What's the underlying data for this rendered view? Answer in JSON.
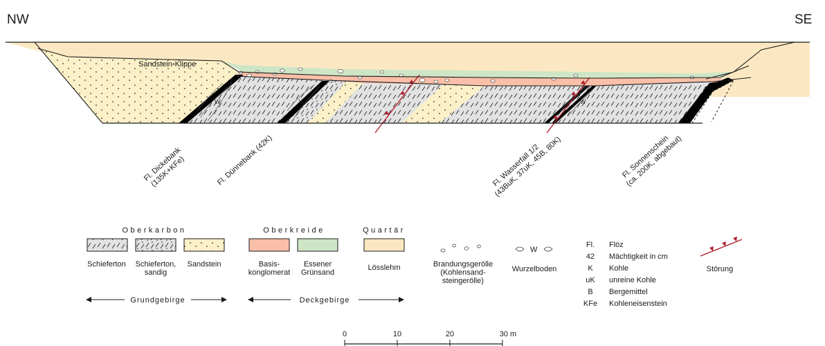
{
  "orientation": {
    "left": "NW",
    "right": "SE"
  },
  "labels": {
    "sandstein_klippe": "Sandstein-Klippe",
    "root_w": "W"
  },
  "seams": [
    {
      "line1": "Fl. Dickebank",
      "line2": "(135K+KFe)"
    },
    {
      "line1": "Fl. Dünnebank (42K)",
      "line2": ""
    },
    {
      "line1": "Fl. Wasserfall 1/2",
      "line2": "(43BuK, 37uK, 45B, 80K)"
    },
    {
      "line1": "Fl. Sonnenschein",
      "line2": "(ca. 200K, abgebaut)"
    }
  ],
  "legend": {
    "headers": {
      "oberkarbon": "Oberkarbon",
      "oberkreide": "Oberkreide",
      "quartaer": "Quartär"
    },
    "units": [
      {
        "line1": "Schieferton",
        "line2": ""
      },
      {
        "line1": "Schieferton,",
        "line2": "sandig"
      },
      {
        "line1": "Sandstein",
        "line2": ""
      },
      {
        "line1": "Basis-",
        "line2": "konglomerat"
      },
      {
        "line1": "Essener",
        "line2": "Grünsand"
      },
      {
        "line1": "Lösslehm",
        "line2": ""
      }
    ],
    "brandung": {
      "line1": "Brandungsgerölle",
      "line2": "(Kohlensand-",
      "line3": "steingerölle)"
    },
    "wurzel": {
      "symbol_label": "W",
      "label": "Wurzelboden"
    },
    "abbreviations": [
      {
        "key": "Fl.",
        "desc": "Flöz"
      },
      {
        "key": "42",
        "desc": "Mächtigkeit in cm"
      },
      {
        "key": "K",
        "desc": "Kohle"
      },
      {
        "key": "uK",
        "desc": "unreine Kohle"
      },
      {
        "key": "B",
        "desc": "Bergemittel"
      },
      {
        "key": "KFe",
        "desc": "Kohleneisenstein"
      }
    ],
    "stoerung": "Störung",
    "grundgebirge": "Grundgebirge",
    "deckgebirge": "Deckgebirge"
  },
  "scale": {
    "ticks": [
      "0",
      "10",
      "20",
      "30 m"
    ]
  },
  "colors": {
    "loess": "#fbe8c2",
    "basis_konglomerat": "#f9bfa8",
    "gruensand": "#cfe6c6",
    "sandstein": "#fbf0c7",
    "schieferton": "#e4e4e4",
    "coal": "#000000",
    "fault": "#b01e2e",
    "ink": "#1a1a1a"
  }
}
